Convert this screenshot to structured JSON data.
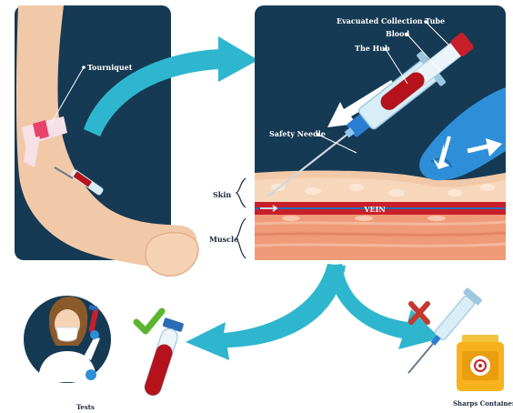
{
  "labels": {
    "tourniquet": "Tourniquet",
    "evacuated_tube": "Evacuated Collection Tube",
    "blood": "Blood",
    "hub": "The Hub",
    "safety_needle": "Safety Needle",
    "skin": "Skin",
    "vein": "VEIN",
    "muscle": "Muscle",
    "tests": "Tests",
    "sharps": "Sharps Container"
  },
  "colors": {
    "panel": "#163a54",
    "arrow": "#2fb6cf",
    "skin": "#f2c9a8",
    "vein": "#c8202a",
    "blood": "#b5121b",
    "glove": "#2e8fd8",
    "check": "#5cb531",
    "cross": "#c23a2f",
    "container": "#f7b21c"
  },
  "icons": {
    "check": "check-mark-icon",
    "cross": "cross-mark-icon",
    "biohazard": "biohazard-icon"
  }
}
